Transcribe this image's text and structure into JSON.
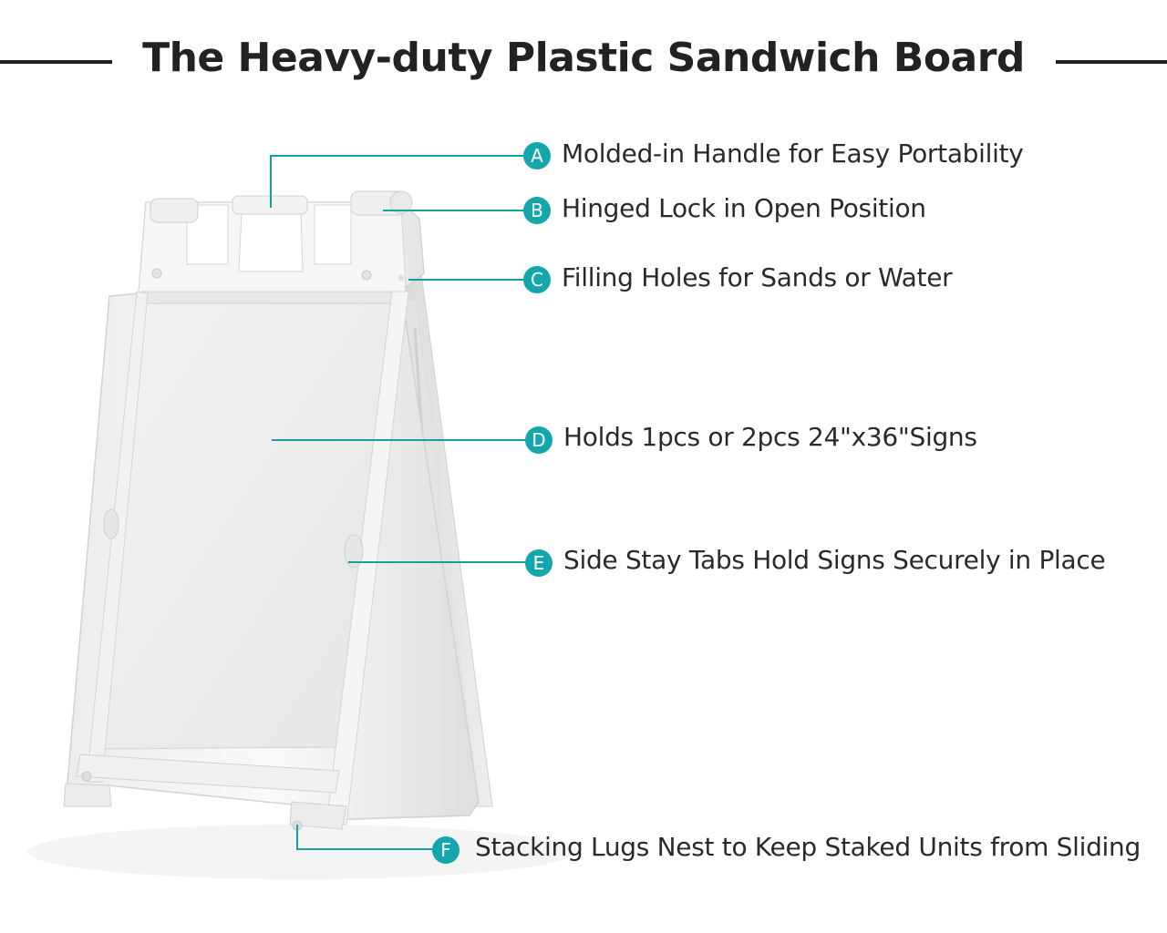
{
  "title": "The Heavy-duty Plastic Sandwich Board",
  "callouts": [
    {
      "letter": "A",
      "text": "Molded-in Handle for Easy Portability"
    },
    {
      "letter": "B",
      "text": "Hinged Lock in Open Position"
    },
    {
      "letter": "C",
      "text": "Filling Holes for Sands or Water"
    },
    {
      "letter": "D",
      "text": "Holds 1pcs or 2pcs 24\"x36\"Signs"
    },
    {
      "letter": "E",
      "text": "Side Stay Tabs Hold Signs Securely in Place"
    },
    {
      "letter": "F",
      "text": "Stacking Lugs Nest to Keep Staked Units from Sliding"
    }
  ],
  "accent_color": "#14a6ad"
}
